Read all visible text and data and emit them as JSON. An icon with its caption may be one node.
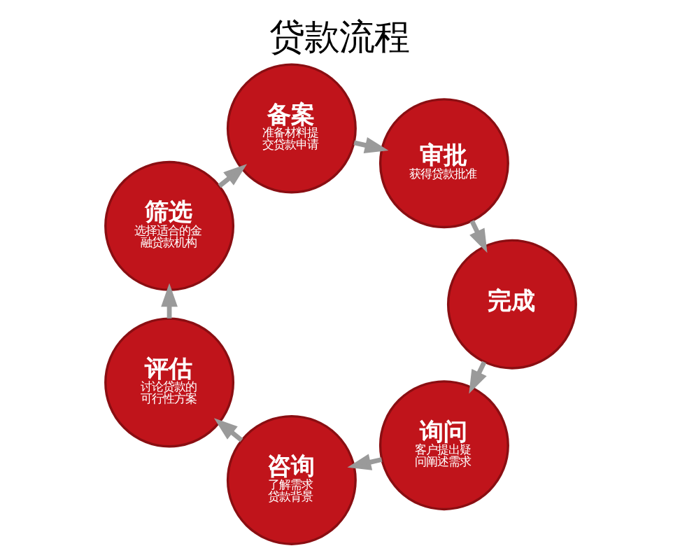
{
  "diagram": {
    "title": "贷款流程",
    "nodes": [
      {
        "text": [
          "询问",
          "客户提出疑问阐述需求"
        ]
      },
      {
        "text": [
          "咨询",
          "了解需求贷款背景"
        ]
      },
      {
        "text": [
          "评估",
          "讨论贷款的可行性方案"
        ]
      },
      {
        "text": [
          "筛选",
          "选择适合的金融贷款机构"
        ]
      },
      {
        "text": [
          "备案",
          "准备材料提交贷款申请"
        ]
      },
      {
        "text": [
          "审批",
          "获得贷款批准"
        ]
      },
      {
        "text": [
          "完成"
        ]
      }
    ],
    "edges": [
      {
        "from": 0,
        "to": 1,
        "arrow": "to"
      },
      {
        "from": 1,
        "to": 2,
        "arrow": "to"
      },
      {
        "from": 2,
        "to": 3,
        "arrow": "to"
      },
      {
        "from": 3,
        "to": 4,
        "arrow": "to"
      },
      {
        "from": 4,
        "to": 5,
        "arrow": "to"
      },
      {
        "from": 5,
        "to": 6,
        "arrow": "to"
      },
      {
        "from": 6,
        "to": 0,
        "arrow": "to"
      }
    ]
  }
}
